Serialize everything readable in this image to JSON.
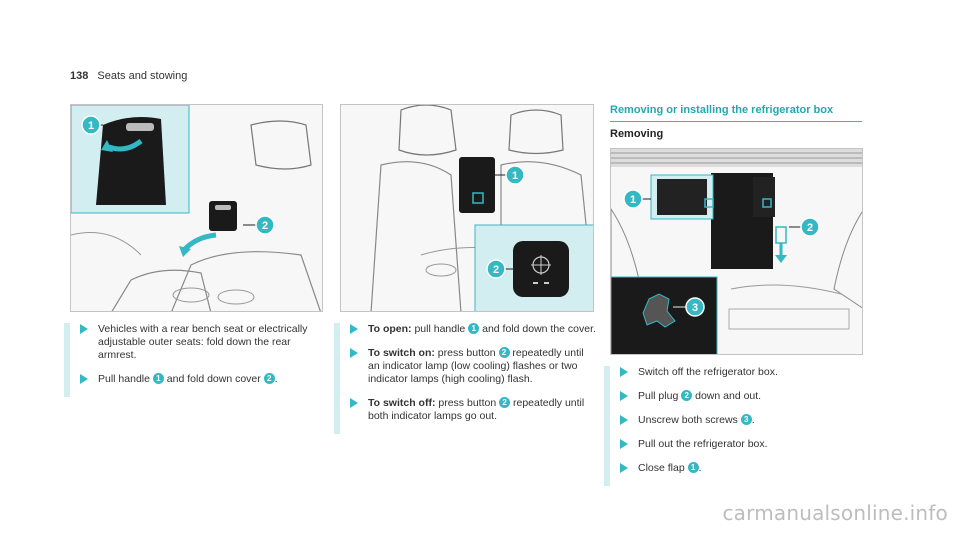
{
  "header": {
    "page_number": "138",
    "section": "Seats and stowing"
  },
  "figures": {
    "left": {
      "callouts": [
        "1",
        "2"
      ]
    },
    "middle": {
      "callouts": [
        "1",
        "2"
      ]
    },
    "right": {
      "callouts": [
        "1",
        "2",
        "3"
      ]
    }
  },
  "col1": {
    "item1": "Vehicles with a rear bench seat or electrically adjustable outer seats: fold down the rear armrest.",
    "item2_pre": "Pull handle ",
    "item2_num1": "1",
    "item2_mid": " and fold down cover ",
    "item2_num2": "2",
    "item2_post": "."
  },
  "col2": {
    "item1_bold": "To open:",
    "item1_pre": " pull handle ",
    "item1_num": "1",
    "item1_post": " and fold down the cover.",
    "item2_bold": "To switch on:",
    "item2_pre": " press button ",
    "item2_num": "2",
    "item2_post": " repeatedly until an indicator lamp (low cooling) flashes or two indicator lamps (high cooling) flash.",
    "item3_bold": "To switch off:",
    "item3_pre": " press button ",
    "item3_num": "2",
    "item3_post": " repeatedly until both indicator lamps go out."
  },
  "col3": {
    "section_title": "Removing or installing the refrigerator box",
    "subheading": "Removing",
    "item1": "Switch off the refrigerator box.",
    "item2_pre": "Pull plug ",
    "item2_num": "2",
    "item2_post": " down and out.",
    "item3_pre": "Unscrew both screws ",
    "item3_num": "3",
    "item3_post": ".",
    "item4": "Pull out the refrigerator box.",
    "item5_pre": "Close flap ",
    "item5_num": "1",
    "item5_post": "."
  },
  "footer": {
    "watermark": "carmanualsonline.info"
  },
  "colors": {
    "accent": "#34b8c4",
    "accent_light": "#d3eef1",
    "heading": "#23a7b3"
  }
}
